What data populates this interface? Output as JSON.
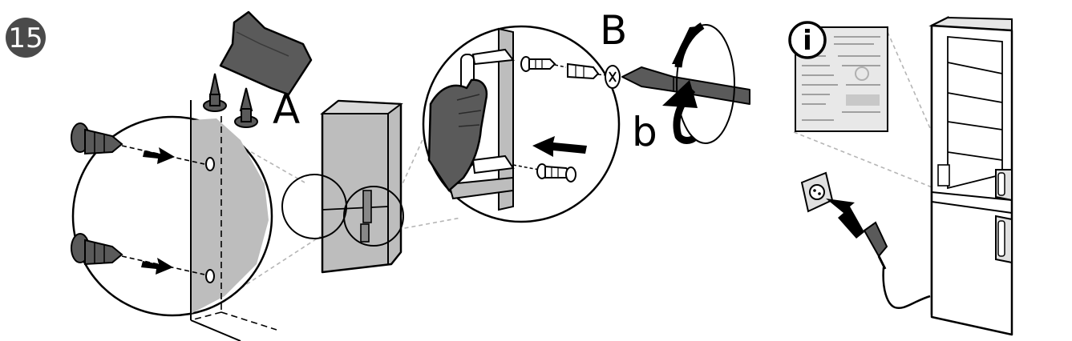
{
  "step": {
    "number": "15"
  },
  "labels": {
    "part_a": "A",
    "part_b_upper": "B",
    "part_b_lower": "b"
  },
  "info_badge": {
    "letter": "i"
  },
  "colors": {
    "ink": "#000000",
    "shade": "#bdbdbd",
    "dark_part": "#5a5a5a",
    "badge": "#4a4a4a",
    "guide": "#b5b5b5"
  }
}
